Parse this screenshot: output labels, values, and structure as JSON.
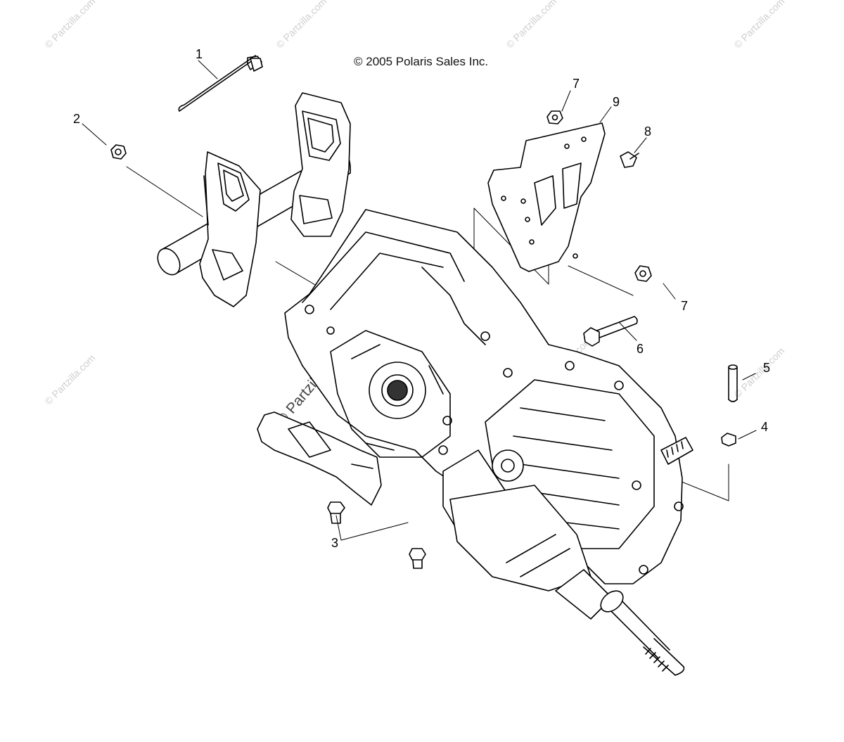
{
  "copyright": "© 2005 Polaris Sales Inc.",
  "watermark": "© Partzilla.com",
  "callouts": [
    "1",
    "2",
    "3",
    "4",
    "5",
    "6",
    "7",
    "7",
    "8",
    "9"
  ],
  "parts": [
    "bolt",
    "nut",
    "bolt",
    "clip",
    "pin",
    "bolt",
    "nut",
    "bolt",
    "mounting-bracket",
    "mounting-tube",
    "transmission-mount-bracket",
    "lower-mount-bracket",
    "transmission"
  ]
}
